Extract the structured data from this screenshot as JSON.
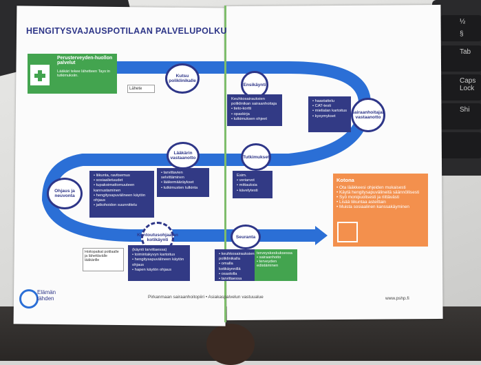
{
  "background": {
    "keyboard_keys": [
      "½",
      "§",
      "Tab",
      "Caps Lock",
      "Shi"
    ]
  },
  "booklet": {
    "title": "HENGITYSVAJAUSPOTILAAN PALVELUPOLKU",
    "start": {
      "label": "Perusterveyden-huollon palvelut",
      "subtext": "Lääkäri tekee lähetteen Tays:in tutkimuksiin.",
      "tag": "Lähete"
    },
    "steps": {
      "kutsu": "Kutsu poliklinikalle",
      "ensi": "Ensikäynti",
      "sairaanhoitajan": "Sairaanhoitajan vastaanotto",
      "tutkimukset": "Tutkimukset",
      "laakarin": "Lääkärin vastaanotto",
      "ohjaus": "Ohjaus ja neuvonta",
      "kuntoutus": "Kuntoutusohjaajan kotikäynti",
      "seuranta": "Seuranta"
    },
    "boxes": {
      "ensi": [
        "Keuhkosairauksien poliklinikan sairaanhoitaja",
        "• tieto-kortti",
        "• opaskirja",
        "• tutkimuksen ohjeet"
      ],
      "sairaanhoitajan": [
        "• haastattelu",
        "• CAT-testi",
        "• mielialan kartoitus",
        "• kysymykset"
      ],
      "tutkimukset": [
        "Esim.",
        "• veriarvot",
        "• mittauksia",
        "• kävelytesti"
      ],
      "laakarin": [
        "• tarvittavien selvittäminen",
        "• lääkemääräykset",
        "• tutkimusten tulkinta"
      ],
      "ohjaus": [
        "• liikunta, ravitsemus",
        "• sosiaalietuudet",
        "• tupakoimattomuuteen kannustaminen",
        "• hengitysapuvälineen käytön ohjaus",
        "• jatkohoidon suunnittelu"
      ],
      "kuntoutus": [
        "(käynti tarvittaessa)",
        "• toimintakyvyn kartoitus",
        "• hengitysapuvälineen käytön ohjaus",
        "• hapen käytön ohjaus"
      ],
      "seuranta_a": [
        "• keuhkosairauksien poliklinikalla",
        "• omalla kotikäynnillä",
        "• osastolla",
        "• tarvittaessa"
      ],
      "seuranta_b": [
        "terveyskeskuksessa",
        "• sairaanhoito",
        "• terveyden edistäminen"
      ]
    },
    "hoitopaikka_note": "Hoitopaikat potilaalle ja lähettävälle lääkärille",
    "kotona": {
      "label": "Kotona",
      "items": [
        "• Ota lääkkeesi ohjeiden mukaisesti",
        "• Käytä hengitysapuvälineitä säännöllisesti",
        "• Syö monipuolisesti ja riittävästi",
        "• Lisää liikuntaa asteittain",
        "• Muista sosiaalinen kanssakäyminen"
      ]
    },
    "logo_text": "Elämän tähden",
    "footer_center": "Pirkanmaan sairaanhoitopiiri • Asiakaspalvelun vastuualue",
    "footer_url": "www.pshp.fi"
  },
  "colors": {
    "navy": "#2e3688",
    "blue": "#2b6fd6",
    "green": "#43a44f",
    "orange": "#f3904d"
  }
}
